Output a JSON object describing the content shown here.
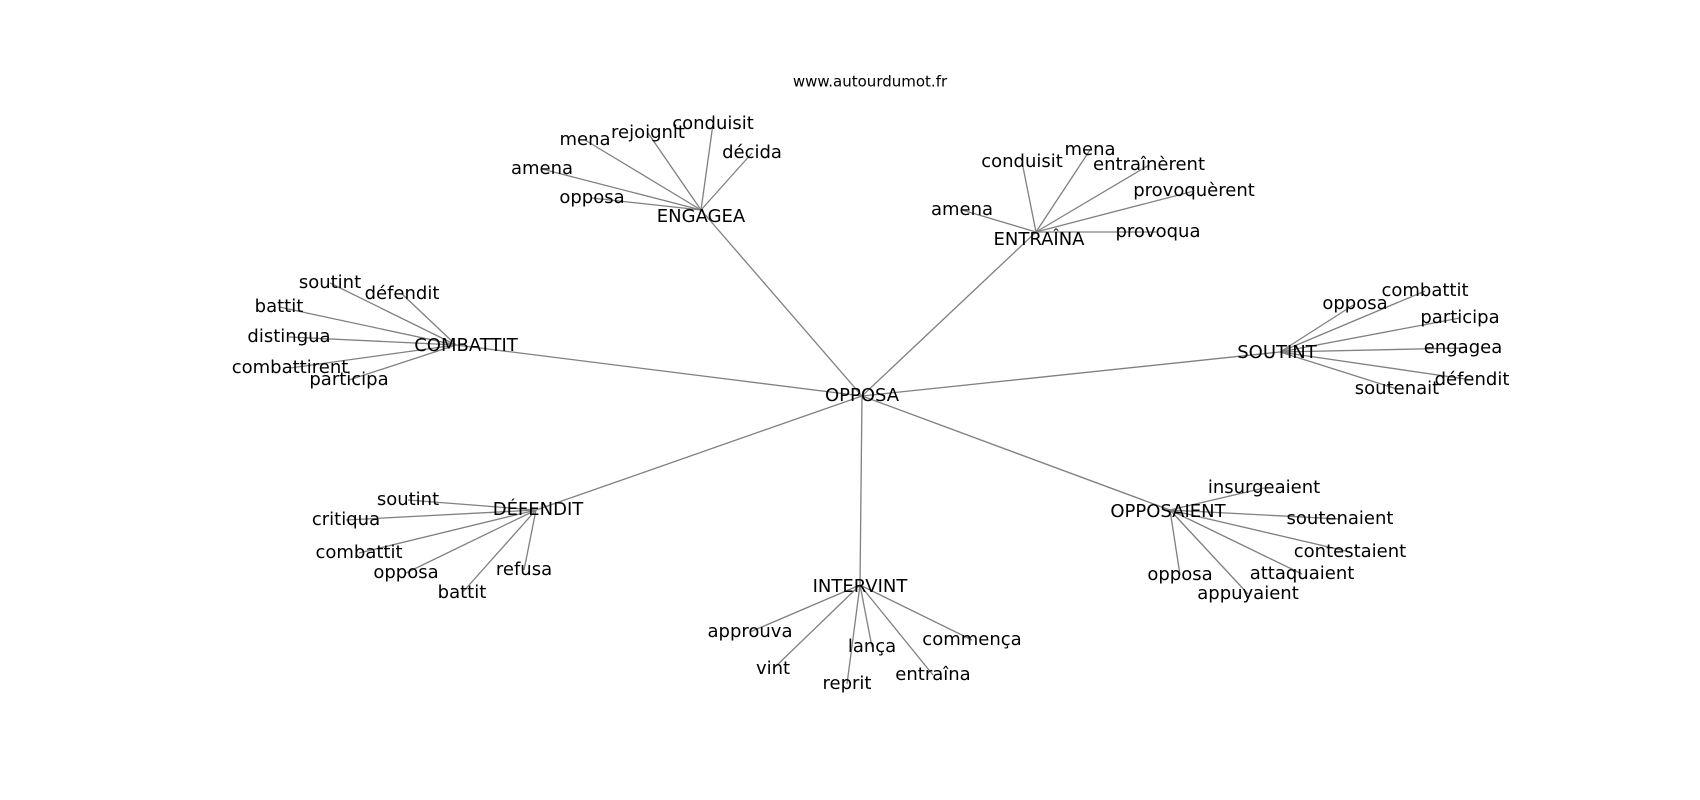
{
  "source": "www.autourdumot.fr",
  "graph": {
    "center": "OPPOSA",
    "clusters": [
      {
        "word": "ENGAGEA",
        "leaves": [
          "mena",
          "rejoignit",
          "conduisit",
          "décida",
          "amena",
          "opposa"
        ]
      },
      {
        "word": "ENTRAÎNA",
        "leaves": [
          "conduisit",
          "mena",
          "entraînèrent",
          "provoquèrent",
          "amena",
          "provoqua"
        ]
      },
      {
        "word": "COMBATTIT",
        "leaves": [
          "soutint",
          "défendit",
          "battit",
          "distingua",
          "combattirent",
          "participa"
        ]
      },
      {
        "word": "SOUTINT",
        "leaves": [
          "opposa",
          "combattit",
          "participa",
          "engagea",
          "défendit",
          "soutenait"
        ]
      },
      {
        "word": "DÉFENDIT",
        "leaves": [
          "soutint",
          "critiqua",
          "combattit",
          "opposa",
          "battit",
          "refusa"
        ]
      },
      {
        "word": "OPPOSAIENT",
        "leaves": [
          "insurgeaient",
          "soutenaient",
          "contestaient",
          "attaquaient",
          "opposa",
          "appuyaient"
        ]
      },
      {
        "word": "INTERVINT",
        "leaves": [
          "approuva",
          "vint",
          "lança",
          "commença",
          "reprit",
          "entraîna"
        ]
      }
    ]
  }
}
